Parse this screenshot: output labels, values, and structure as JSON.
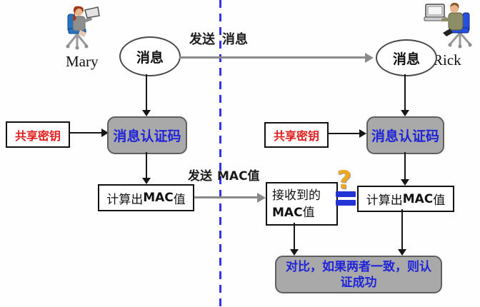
{
  "diagram": {
    "left": {
      "actor": "Mary",
      "message": "消息",
      "shared_key": "共享密钥",
      "mac_function": "消息认证码",
      "computed_mac": {
        "pre": "计算出",
        "mac": "MAC",
        "post": "值"
      }
    },
    "right": {
      "actor": "Rick",
      "message": "消息",
      "shared_key": "共享密钥",
      "mac_function": "消息认证码",
      "computed_mac": {
        "pre": "计算出",
        "mac": "MAC",
        "post": "值"
      },
      "received_mac": {
        "line1": "接收到的",
        "mac": "MAC",
        "post": "值"
      }
    },
    "labels": {
      "send_message": {
        "pre": "发送",
        "post": "消息"
      },
      "send_mac": {
        "pre": "发送",
        "mac": "MAC值"
      },
      "question_mark": "?"
    },
    "result": {
      "line1": "对比，如果两者一致，则认",
      "line2": "证成功"
    }
  },
  "colors": {
    "divider_blue": "#3136ee",
    "mac_fn_text_blue": "#2024d8",
    "shared_key_red": "#e21f1f",
    "box_gray": "#a9a9a9",
    "arrow_gray": "#8a8a8a",
    "question_gold": "#efa81f",
    "equals_blue": "#2433d6"
  }
}
